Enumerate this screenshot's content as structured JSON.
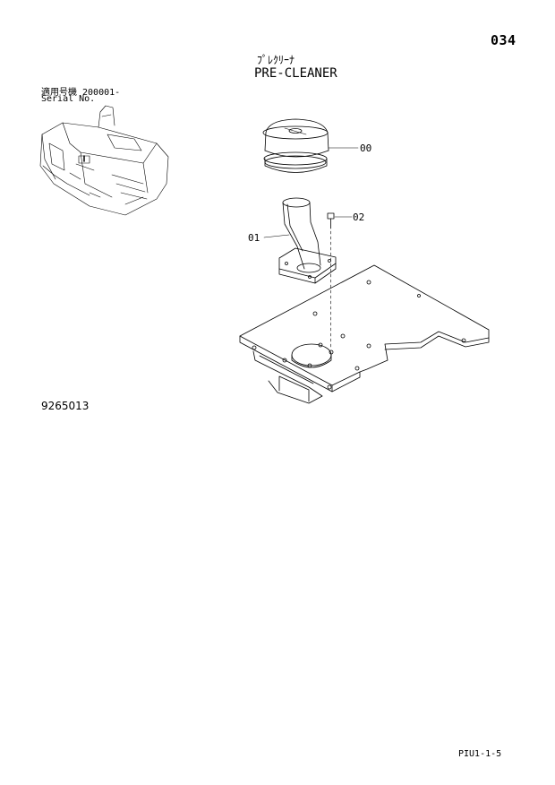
{
  "header": {
    "page_number": "034",
    "title_japanese": "ﾌﾟﾚｸﾘｰﾅ",
    "title_english": "PRE-CLEANER"
  },
  "serial": {
    "japanese_line": "適用号機  200001-",
    "english_line": "Serial No."
  },
  "parts": [
    {
      "callout": "00"
    },
    {
      "callout": "01"
    },
    {
      "callout": "02"
    }
  ],
  "footer": {
    "drawing_number": "9265013",
    "page_code": "PIU1-1-5"
  }
}
